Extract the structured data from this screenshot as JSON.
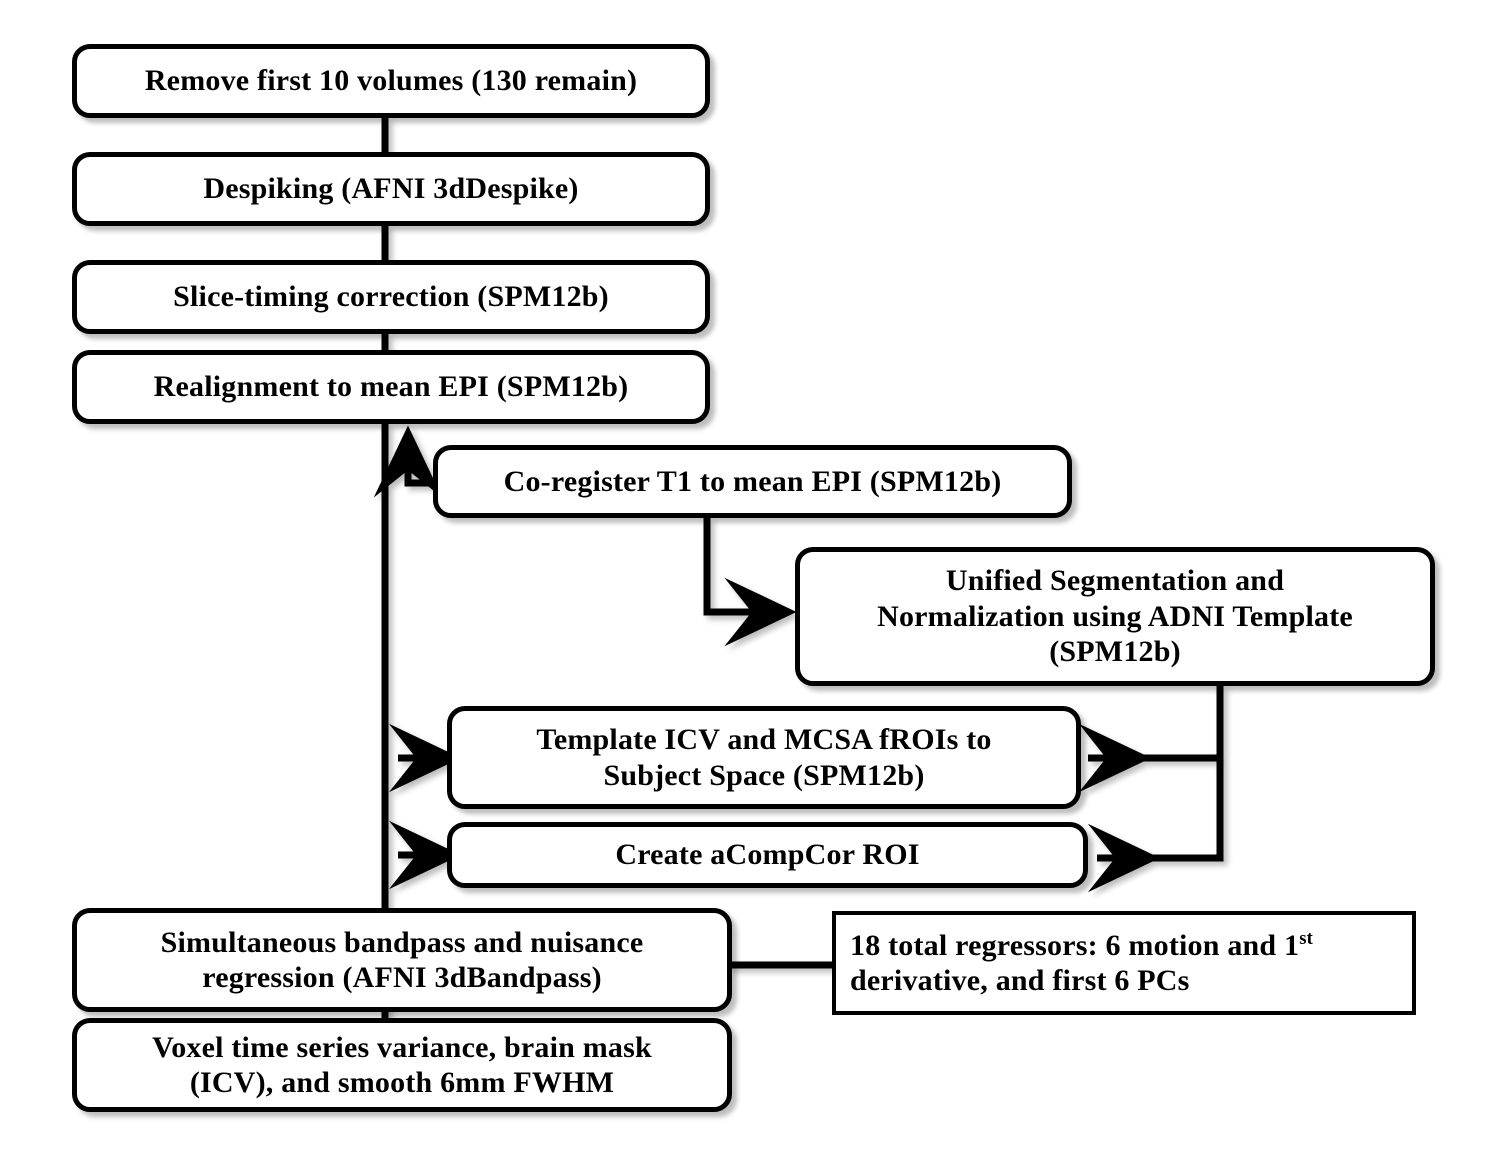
{
  "diagram": {
    "title": "fMRI preprocessing pipeline flowchart",
    "background_color": "#ffffff",
    "stroke_color": "#000000",
    "nodes": [
      {
        "id": "remove-volumes",
        "label": "Remove first 10 volumes (130 remain)"
      },
      {
        "id": "despiking",
        "label": "Despiking (AFNI 3dDespike)"
      },
      {
        "id": "slice-timing",
        "label": "Slice-timing correction (SPM12b)"
      },
      {
        "id": "realignment",
        "label": "Realignment to mean EPI (SPM12b)"
      },
      {
        "id": "coregister",
        "label": "Co-register T1 to mean EPI (SPM12b)"
      },
      {
        "id": "unified-segmentation",
        "label": "Unified Segmentation and\nNormalization using ADNI Template\n(SPM12b)"
      },
      {
        "id": "template-icv",
        "label": "Template ICV and MCSA fROIs to\nSubject Space (SPM12b)"
      },
      {
        "id": "acompcor",
        "label": "Create aCompCor ROI"
      },
      {
        "id": "bandpass",
        "label": "Simultaneous bandpass and nuisance\nregression (AFNI 3dBandpass)"
      },
      {
        "id": "regressors-note",
        "label_html": "18 total regressors: 6 motion and 1<sup>st</sup> derivative, and first 6 PCs"
      },
      {
        "id": "voxel-variance",
        "label": "Voxel time series variance, brain mask\n(ICV), and smooth 6mm FWHM"
      }
    ],
    "edges": [
      {
        "from": "remove-volumes",
        "to": "despiking",
        "style": "plain-vertical"
      },
      {
        "from": "despiking",
        "to": "slice-timing",
        "style": "plain-vertical"
      },
      {
        "from": "slice-timing",
        "to": "realignment",
        "style": "plain-vertical"
      },
      {
        "from": "coregister",
        "to": "realignment",
        "style": "elbow-arrow-up"
      },
      {
        "from": "coregister",
        "to": "unified-segmentation",
        "style": "elbow-arrow-right"
      },
      {
        "from": "unified-segmentation",
        "to": "template-icv",
        "style": "elbow-arrow-left"
      },
      {
        "from": "unified-segmentation",
        "to": "acompcor",
        "style": "elbow-arrow-left"
      },
      {
        "from": "template-icv",
        "to": "main-spine",
        "style": "arrow-left"
      },
      {
        "from": "acompcor",
        "to": "main-spine",
        "style": "arrow-left"
      },
      {
        "from": "realignment",
        "to": "bandpass",
        "style": "plain-vertical-spine"
      },
      {
        "from": "bandpass",
        "to": "regressors-note",
        "style": "plain-horizontal"
      },
      {
        "from": "bandpass",
        "to": "voxel-variance",
        "style": "plain-vertical"
      }
    ]
  }
}
